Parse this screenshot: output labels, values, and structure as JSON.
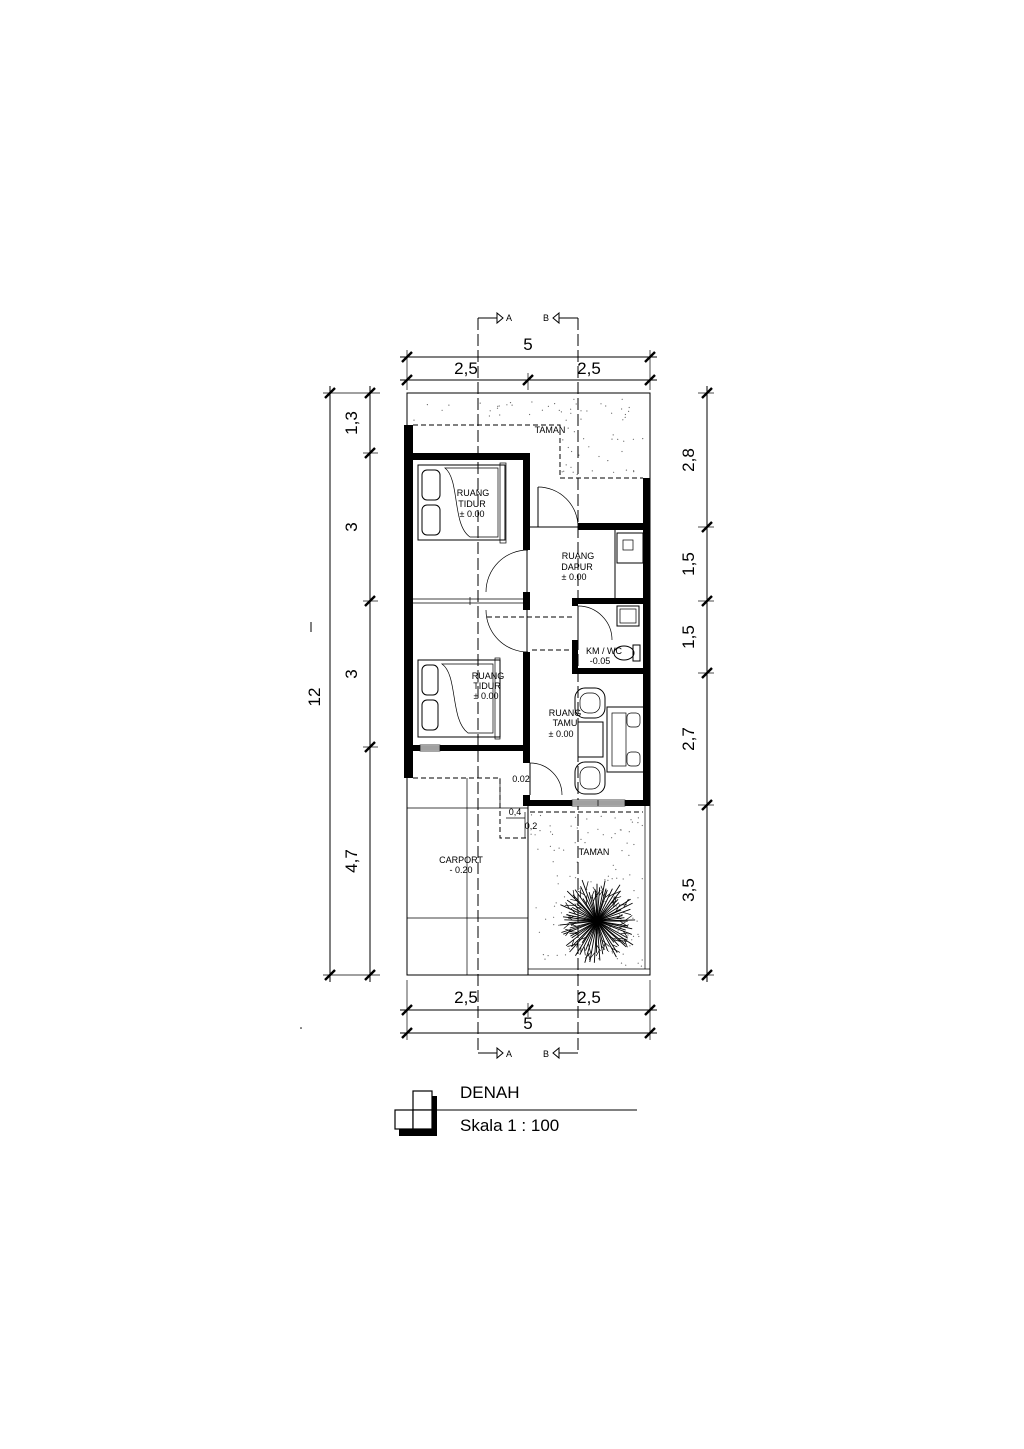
{
  "drawing": {
    "title": "DENAH",
    "scale": "Skala 1 : 100"
  },
  "section_markers": {
    "a": "A",
    "b": "B"
  },
  "dimensions": {
    "top_total": "5",
    "top_left": "2,5",
    "top_right": "2,5",
    "bottom_left": "2,5",
    "bottom_right": "2,5",
    "bottom_total": "5",
    "left_total": "12",
    "left_segments": [
      "1,3",
      "3",
      "3",
      "4,7"
    ],
    "right_segments": [
      "2,8",
      "1,5",
      "1,5",
      "2,7",
      "3,5"
    ],
    "step_width": "0,4",
    "step_height": "0,2"
  },
  "rooms": {
    "taman_top": {
      "name": "TAMAN"
    },
    "bedroom_1": {
      "line1": "RUANG",
      "line2": "TIDUR",
      "level": "± 0.00"
    },
    "kitchen": {
      "line1": "RUANG",
      "line2": "DAPUR",
      "level": "± 0.00"
    },
    "bedroom_2": {
      "line1": "RUANG",
      "line2": "TIDUR",
      "level": "± 0.00"
    },
    "bathroom": {
      "name": "KM / WC",
      "level": "-0.05"
    },
    "living": {
      "line1": "RUANG",
      "line2": "TAMU",
      "level": "± 0.00"
    },
    "entry": {
      "level": "0.02"
    },
    "carport": {
      "name": "CARPORT",
      "level": "- 0.20"
    },
    "taman_bottom": {
      "name": "TAMAN"
    }
  }
}
